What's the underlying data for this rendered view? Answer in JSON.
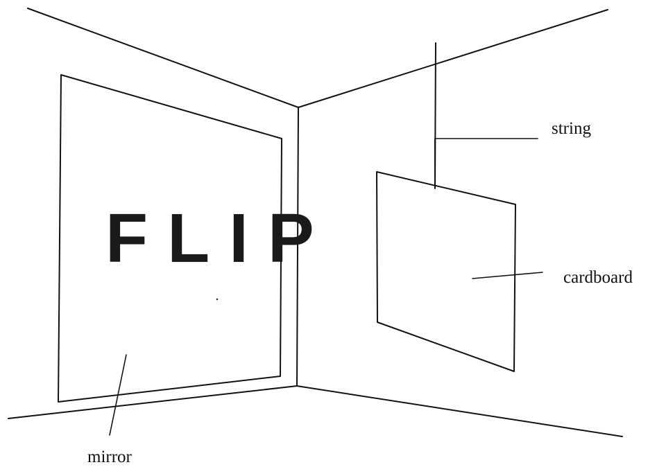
{
  "mirror_text": "FLIP",
  "labels": {
    "string": "string",
    "cardboard": "cardboard",
    "mirror": "mirror"
  },
  "colors": {
    "ink": "#111111",
    "background": "#ffffff"
  }
}
